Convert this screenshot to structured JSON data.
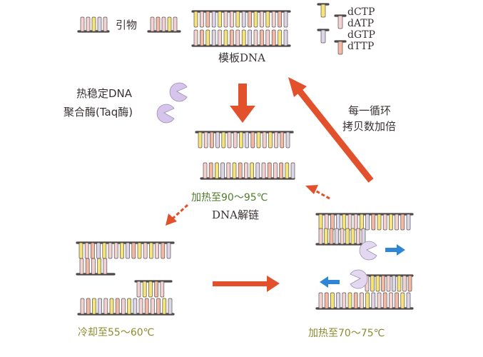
{
  "labels": {
    "primer": "引物",
    "template": "模板DNA",
    "polymerase_line1": "热稳定DNA",
    "polymerase_line2": "聚合酶(Taq酶)",
    "cycle_line1": "每一循环",
    "cycle_line2": "拷贝数加倍",
    "heat_denature": "加热至90～95℃",
    "denature": "DNA解链",
    "cool_anneal": "冷却至55～60℃",
    "heat_extend": "加热至70～75℃"
  },
  "legend": [
    {
      "label": "dCTP",
      "color": "#f5e47a"
    },
    {
      "label": "dATP",
      "color": "#f3d2d2"
    },
    {
      "label": "dGTP",
      "color": "#dcd6e6"
    },
    {
      "label": "dTTP",
      "color": "#f4b9a4"
    }
  ],
  "colors": {
    "backbone": "#4d4747",
    "arrow_red": "#e2512c",
    "arrow_blue": "#2f86d6",
    "enzyme": "#d7c4ec",
    "stage_green": "#4f7d2a",
    "stage_olive": "#8c8c2e"
  }
}
